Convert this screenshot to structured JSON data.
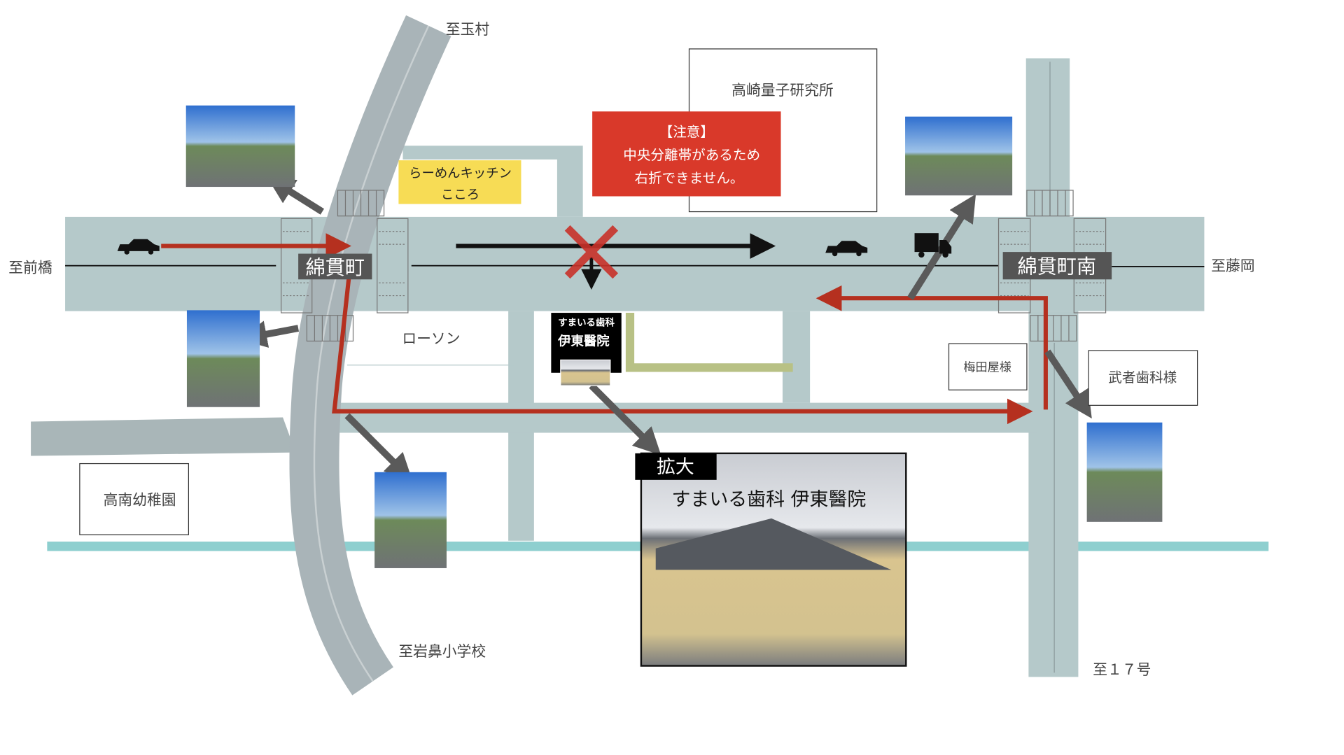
{
  "directions": {
    "north": "至玉村",
    "west": "至前橋",
    "east": "至藤岡",
    "south_left": "至岩鼻小学校",
    "south_right": "至１７号"
  },
  "intersections": {
    "left": "綿貫町",
    "right": "綿貫町南"
  },
  "landmarks": {
    "institute": "高崎量子研究所",
    "ramen_line1": "らーめんキッチン",
    "ramen_line2": "こころ",
    "lawson": "ローソン",
    "umedaya": "梅田屋様",
    "musha": "武者歯科様",
    "kindergarten": "高南幼稚園"
  },
  "notice": {
    "title": "【注意】",
    "line1": "中央分離帯があるため",
    "line2": "右折できません。"
  },
  "clinic_marker": {
    "line1": "すまいる歯科",
    "line2": "伊東醫院"
  },
  "zoom_panel": {
    "tag": "拡大",
    "title": "すまいる歯科 伊東醫院"
  },
  "colors": {
    "road": "#b5c9ca",
    "route": "#b5301f",
    "notice": "#d9392a",
    "ramen": "#f7dc55",
    "river": "#8ecfcf",
    "parking": "#b8c185"
  }
}
